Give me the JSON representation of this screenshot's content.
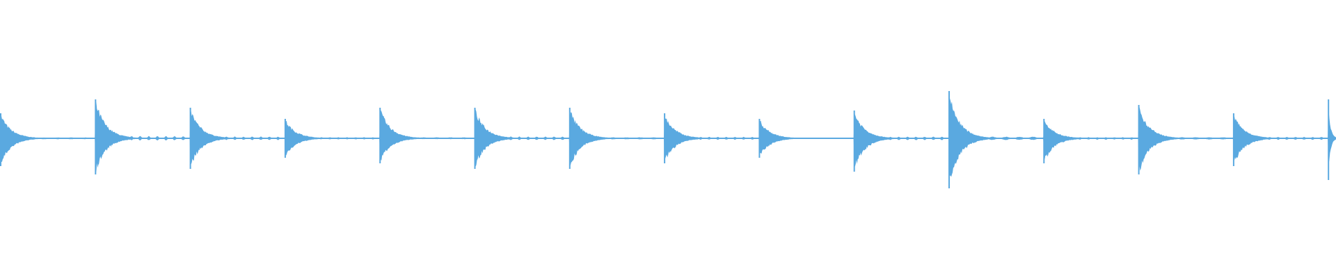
{
  "waveform": {
    "color": "#5aa9e0",
    "background": "#ffffff",
    "segments": [
      {
        "peak_up": 0.18,
        "peak_down": 0.2,
        "decay": "smooth"
      },
      {
        "peak_up": 0.28,
        "peak_down": 0.26,
        "decay": "beaded"
      },
      {
        "peak_up": 0.22,
        "peak_down": 0.22,
        "decay": "beaded"
      },
      {
        "peak_up": 0.14,
        "peak_down": 0.14,
        "decay": "beaded"
      },
      {
        "peak_up": 0.22,
        "peak_down": 0.18,
        "decay": "smooth"
      },
      {
        "peak_up": 0.22,
        "peak_down": 0.22,
        "decay": "beaded"
      },
      {
        "peak_up": 0.22,
        "peak_down": 0.22,
        "decay": "smooth"
      },
      {
        "peak_up": 0.18,
        "peak_down": 0.18,
        "decay": "beaded"
      },
      {
        "peak_up": 0.14,
        "peak_down": 0.14,
        "decay": "smooth"
      },
      {
        "peak_up": 0.2,
        "peak_down": 0.24,
        "decay": "beaded"
      },
      {
        "peak_up": 0.34,
        "peak_down": 0.36,
        "decay": "smooth"
      },
      {
        "peak_up": 0.14,
        "peak_down": 0.18,
        "decay": "beaded"
      },
      {
        "peak_up": 0.24,
        "peak_down": 0.26,
        "decay": "smooth"
      },
      {
        "peak_up": 0.18,
        "peak_down": 0.2,
        "decay": "beaded"
      },
      {
        "peak_up": 0.28,
        "peak_down": 0.3,
        "decay": "partial"
      }
    ]
  }
}
